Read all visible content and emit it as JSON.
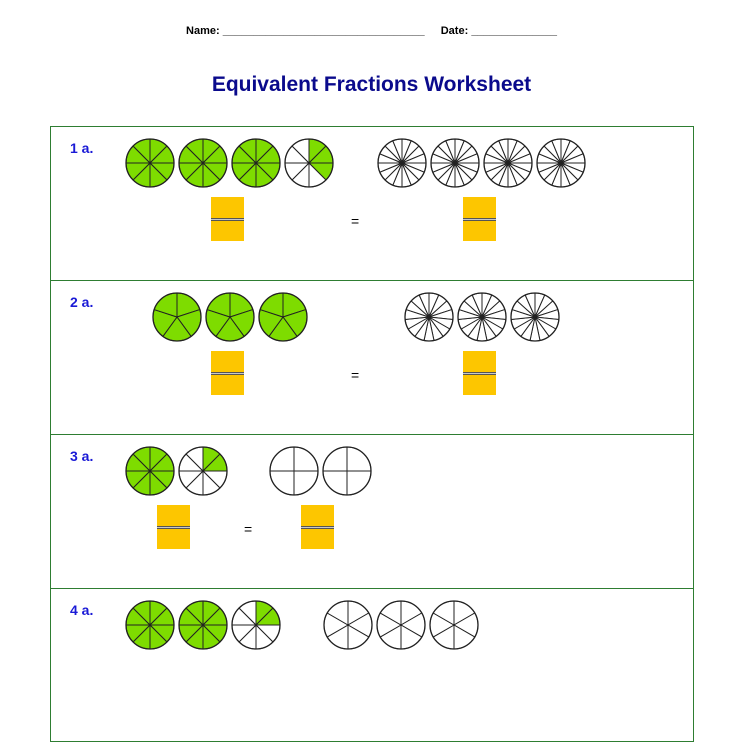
{
  "header": {
    "name_label": "Name:",
    "name_blank": "_________________________________",
    "date_label": "Date:",
    "date_blank": "______________"
  },
  "title": "Equivalent Fractions Worksheet",
  "colors": {
    "fill": "#7edc00",
    "answer_box": "#fdc600",
    "border": "#2e7d32",
    "label": "#1a1ad6",
    "title": "#0a0a8c"
  },
  "equals_sign": "=",
  "problems": [
    {
      "label": "1 a.",
      "left": {
        "wholes": 3,
        "partial_filled": 3,
        "divisions": 8
      },
      "right": {
        "count": 4,
        "divisions": 16
      }
    },
    {
      "label": "2 a.",
      "left": {
        "wholes": 3,
        "partial_filled": 0,
        "divisions": 5
      },
      "right": {
        "count": 3,
        "divisions": 15
      }
    },
    {
      "label": "3 a.",
      "left": {
        "wholes": 1,
        "partial_filled": 2,
        "divisions": 8
      },
      "right": {
        "count": 2,
        "divisions": 4
      }
    },
    {
      "label": "4 a.",
      "left": {
        "wholes": 2,
        "partial_filled": 2,
        "divisions": 8
      },
      "right": {
        "count": 3,
        "divisions": 6
      }
    }
  ]
}
